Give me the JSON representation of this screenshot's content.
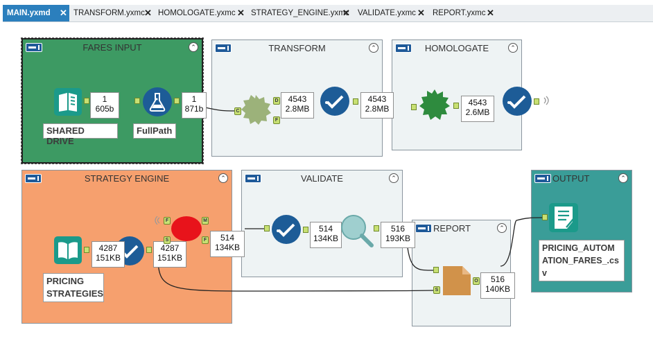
{
  "tabs": [
    {
      "label": "MAIN.yxmd",
      "active": true
    },
    {
      "label": "TRANSFORM.yxmc",
      "active": false
    },
    {
      "label": "HOMOLOGATE.yxmc",
      "active": false
    },
    {
      "label": "STRATEGY_ENGINE.yxmc",
      "active": false
    },
    {
      "label": "VALIDATE.yxmc",
      "active": false
    },
    {
      "label": "REPORT.yxmc",
      "active": false
    }
  ],
  "close_glyph": "✕",
  "collapse_glyph": "⌃",
  "containers": {
    "fares_input": {
      "title": "FARES INPUT",
      "color": "#3d9a63"
    },
    "transform": {
      "title": "TRANSFORM",
      "color": "#eef3f4"
    },
    "homologate": {
      "title": "HOMOLOGATE",
      "color": "#eef3f4"
    },
    "strategy_engine": {
      "title": "STRATEGY ENGINE",
      "color": "#f6a06e"
    },
    "validate": {
      "title": "VALIDATE",
      "color": "#eef3f4"
    },
    "report": {
      "title": "REPORT",
      "color": "#eef3f4"
    },
    "output": {
      "title": "OUTPUT",
      "color": "#3a9d98"
    }
  },
  "tool_labels": {
    "shared_drive": "SHARED DRIVE",
    "fullpath": "FullPath",
    "pricing_strategies_1": "PRICING",
    "pricing_strategies_2": "STRATEGIES",
    "output_file_1": "PRICING_AUTOM",
    "output_file_2": "ATION_FARES_.cs",
    "output_file_3": "v"
  },
  "counts": {
    "c1": {
      "rows": "1",
      "size": "605b"
    },
    "c2": {
      "rows": "1",
      "size": "871b"
    },
    "c3": {
      "rows": "4543",
      "size": "2.8MB"
    },
    "c4": {
      "rows": "4543",
      "size": "2.8MB"
    },
    "c5": {
      "rows": "4543",
      "size": "2.6MB"
    },
    "c6": {
      "rows": "4287",
      "size": "151KB"
    },
    "c7": {
      "rows": "4287",
      "size": "151KB"
    },
    "c8": {
      "rows": "514",
      "size": "134KB"
    },
    "c9": {
      "rows": "514",
      "size": "134KB"
    },
    "c10": {
      "rows": "516",
      "size": "193KB"
    },
    "c11": {
      "rows": "516",
      "size": "140KB"
    }
  },
  "anchor_letters": {
    "d": "D",
    "f": "F",
    "m": "M",
    "s": "S",
    "o": "O",
    "c": "C"
  },
  "colors": {
    "tab_active": "#2b7fbd",
    "tool_blue": "#1d5c97",
    "tool_teal": "#1b9a8a",
    "tool_green": "#2e8b3e",
    "tool_red": "#e8131b",
    "tool_orange": "#d1924a",
    "anchor_green": "#c8e073"
  }
}
